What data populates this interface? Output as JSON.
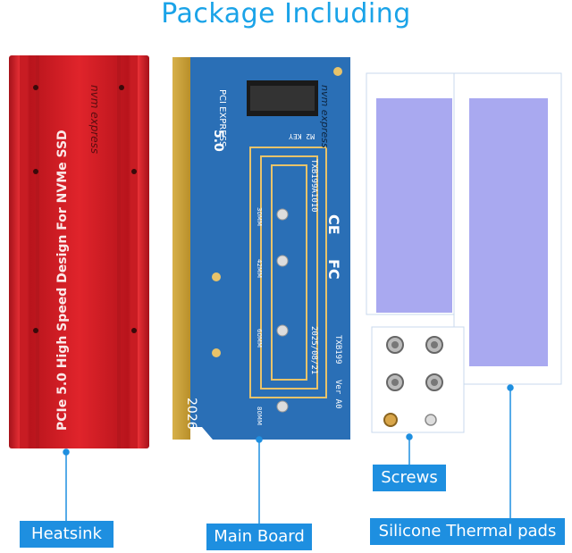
{
  "title": "Package Including",
  "labels": {
    "heatsink": "Heatsink",
    "main_board": "Main Board",
    "screws": "Screws",
    "thermal_pads": "Silicone Thermal pads"
  },
  "heatsink_text": "PCIe 5.0 High Speed Design For NVMe SSD",
  "heatsink_logo": "nvm express",
  "board_text": {
    "logo": "nvm express",
    "pci": "PCI EXPRESS",
    "pci_version": "5.0",
    "slot": "M2 KEY",
    "model": "TXB199A1010",
    "ce": "CE",
    "fc": "FC",
    "date": "2025/08/21",
    "code": "TXB199",
    "ver": "Ver A0",
    "year": "2026",
    "size_80": "80MM",
    "size_60": "60MM",
    "size_42": "42MM",
    "size_30": "30MM"
  },
  "colors": {
    "title": "#1aa3e8",
    "label_bg": "#1e8fe0",
    "heatsink": "#e0242b",
    "board": "#2a6fb6",
    "pad": "#a9a9f0"
  }
}
